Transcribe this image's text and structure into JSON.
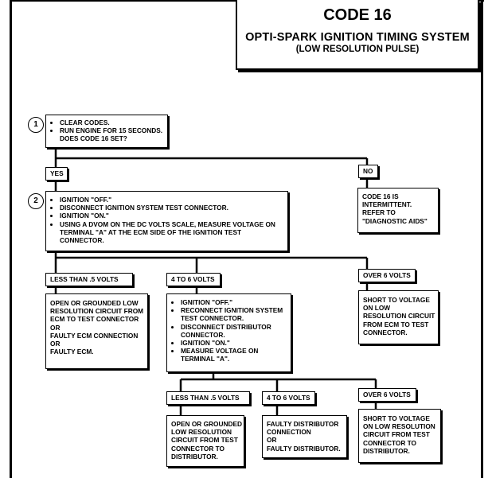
{
  "title": {
    "code": "CODE 16",
    "subtitle": "OPTI-SPARK IGNITION TIMING SYSTEM",
    "subtitle2": "(LOW RESOLUTION PULSE)"
  },
  "step1": {
    "number": "1",
    "items": [
      "CLEAR CODES.",
      "RUN ENGINE FOR 15 SECONDS.",
      "DOES CODE 16 SET?"
    ]
  },
  "branch_yes": "YES",
  "branch_no": "NO",
  "no_result": [
    "CODE 16 IS",
    "INTERMITTENT.",
    "REFER TO",
    "\"DIAGNOSTIC AIDS\""
  ],
  "step2": {
    "number": "2",
    "items": [
      "IGNITION \"OFF.\"",
      "DISCONNECT IGNITION SYSTEM TEST CONNECTOR.",
      "IGNITION \"ON.\"",
      "USING A DVOM ON THE DC VOLTS SCALE, MEASURE VOLTAGE ON TERMINAL \"A\" AT THE ECM SIDE OF THE IGNITION TEST CONNECTOR."
    ]
  },
  "level1": {
    "less_label": "LESS THAN .5 VOLTS",
    "mid_label": "4 TO 6 VOLTS",
    "over_label": "OVER 6 VOLTS",
    "less_result": [
      "OPEN OR GROUNDED LOW",
      "RESOLUTION CIRCUIT FROM",
      "ECM TO TEST CONNECTOR",
      "OR",
      "FAULTY ECM CONNECTION",
      "OR",
      "FAULTY ECM."
    ],
    "mid_steps": [
      "IGNITION \"OFF.\"",
      "RECONNECT IGNITION SYSTEM TEST CONNECTOR.",
      "DISCONNECT DISTRIBUTOR CONNECTOR.",
      "IGNITION \"ON.\"",
      "MEASURE VOLTAGE ON TERMINAL \"A\"."
    ],
    "over_result": [
      "SHORT TO VOLTAGE",
      "ON LOW",
      "RESOLUTION CIRCUIT",
      "FROM ECM TO TEST",
      "CONNECTOR."
    ]
  },
  "level2": {
    "less_label": "LESS THAN .5 VOLTS",
    "mid_label": "4 TO 6 VOLTS",
    "over_label": "OVER 6 VOLTS",
    "less_result": [
      "OPEN OR GROUNDED",
      "LOW RESOLUTION",
      "CIRCUIT FROM TEST",
      "CONNECTOR TO",
      "DISTRIBUTOR."
    ],
    "mid_result": [
      "FAULTY DISTRIBUTOR",
      "CONNECTION",
      "OR",
      "FAULTY DISTRIBUTOR."
    ],
    "over_result": [
      "SHORT TO VOLTAGE",
      "ON LOW RESOLUTION",
      "CIRCUIT FROM TEST",
      "CONNECTOR TO",
      "DISTRIBUTOR."
    ]
  }
}
